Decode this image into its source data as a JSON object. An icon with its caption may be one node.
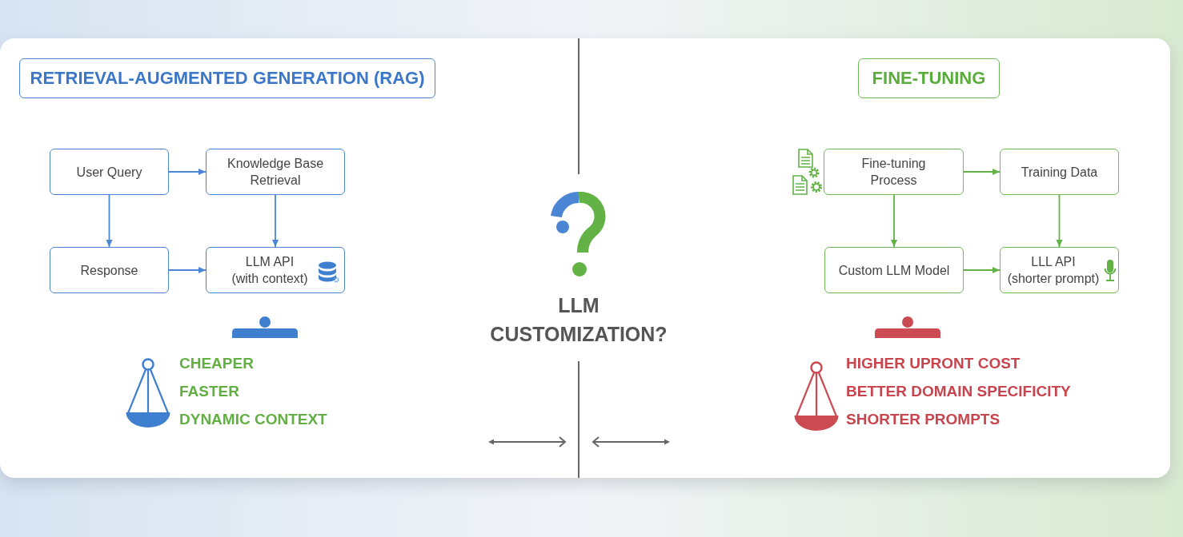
{
  "diagram": {
    "title": "LLM CUSTOMIZATION?",
    "nodes": [
      {
        "text": [
          "RETRIEVAL-AUGMENTED GENERATION (RAG)"
        ]
      },
      {
        "text": [
          "User Query"
        ]
      },
      {
        "text": [
          "Knowledge Base Retrieval"
        ]
      },
      {
        "text": [
          "Response"
        ]
      },
      {
        "text": [
          "LLM API (with context)"
        ]
      },
      {
        "text": [
          "FINE-TUNING"
        ]
      },
      {
        "text": [
          "Fine-tuning Process"
        ]
      },
      {
        "text": [
          "Training Data"
        ]
      },
      {
        "text": [
          "Custom LLM Model"
        ]
      },
      {
        "text": [
          "LLL API (shorter prompt)"
        ]
      }
    ],
    "edges": [
      {
        "from": 1,
        "to": 2,
        "arrow": "to",
        "color": "#4a86d4"
      },
      {
        "from": 1,
        "to": 3,
        "arrow": "to",
        "color": "#4a86d4"
      },
      {
        "from": 2,
        "to": 4,
        "arrow": "to",
        "color": "#4a86d4"
      },
      {
        "from": 3,
        "to": 4,
        "arrow": "to",
        "color": "#4a86d4"
      },
      {
        "from": 6,
        "to": 7,
        "arrow": "to",
        "color": "#62b246"
      },
      {
        "from": 6,
        "to": 8,
        "arrow": "to",
        "color": "#62b246"
      },
      {
        "from": 7,
        "to": 9,
        "arrow": "to",
        "color": "#62b246"
      },
      {
        "from": 8,
        "to": 9,
        "arrow": "to",
        "color": "#62b246"
      }
    ],
    "labels": [
      "CHEAPER",
      "FASTER",
      "DYNAMIC CONTEXT",
      "HIGHER UPRONT COST",
      "BETTER DOMAIN SPECIFICITY",
      "SHORTER PROMPTS"
    ]
  }
}
